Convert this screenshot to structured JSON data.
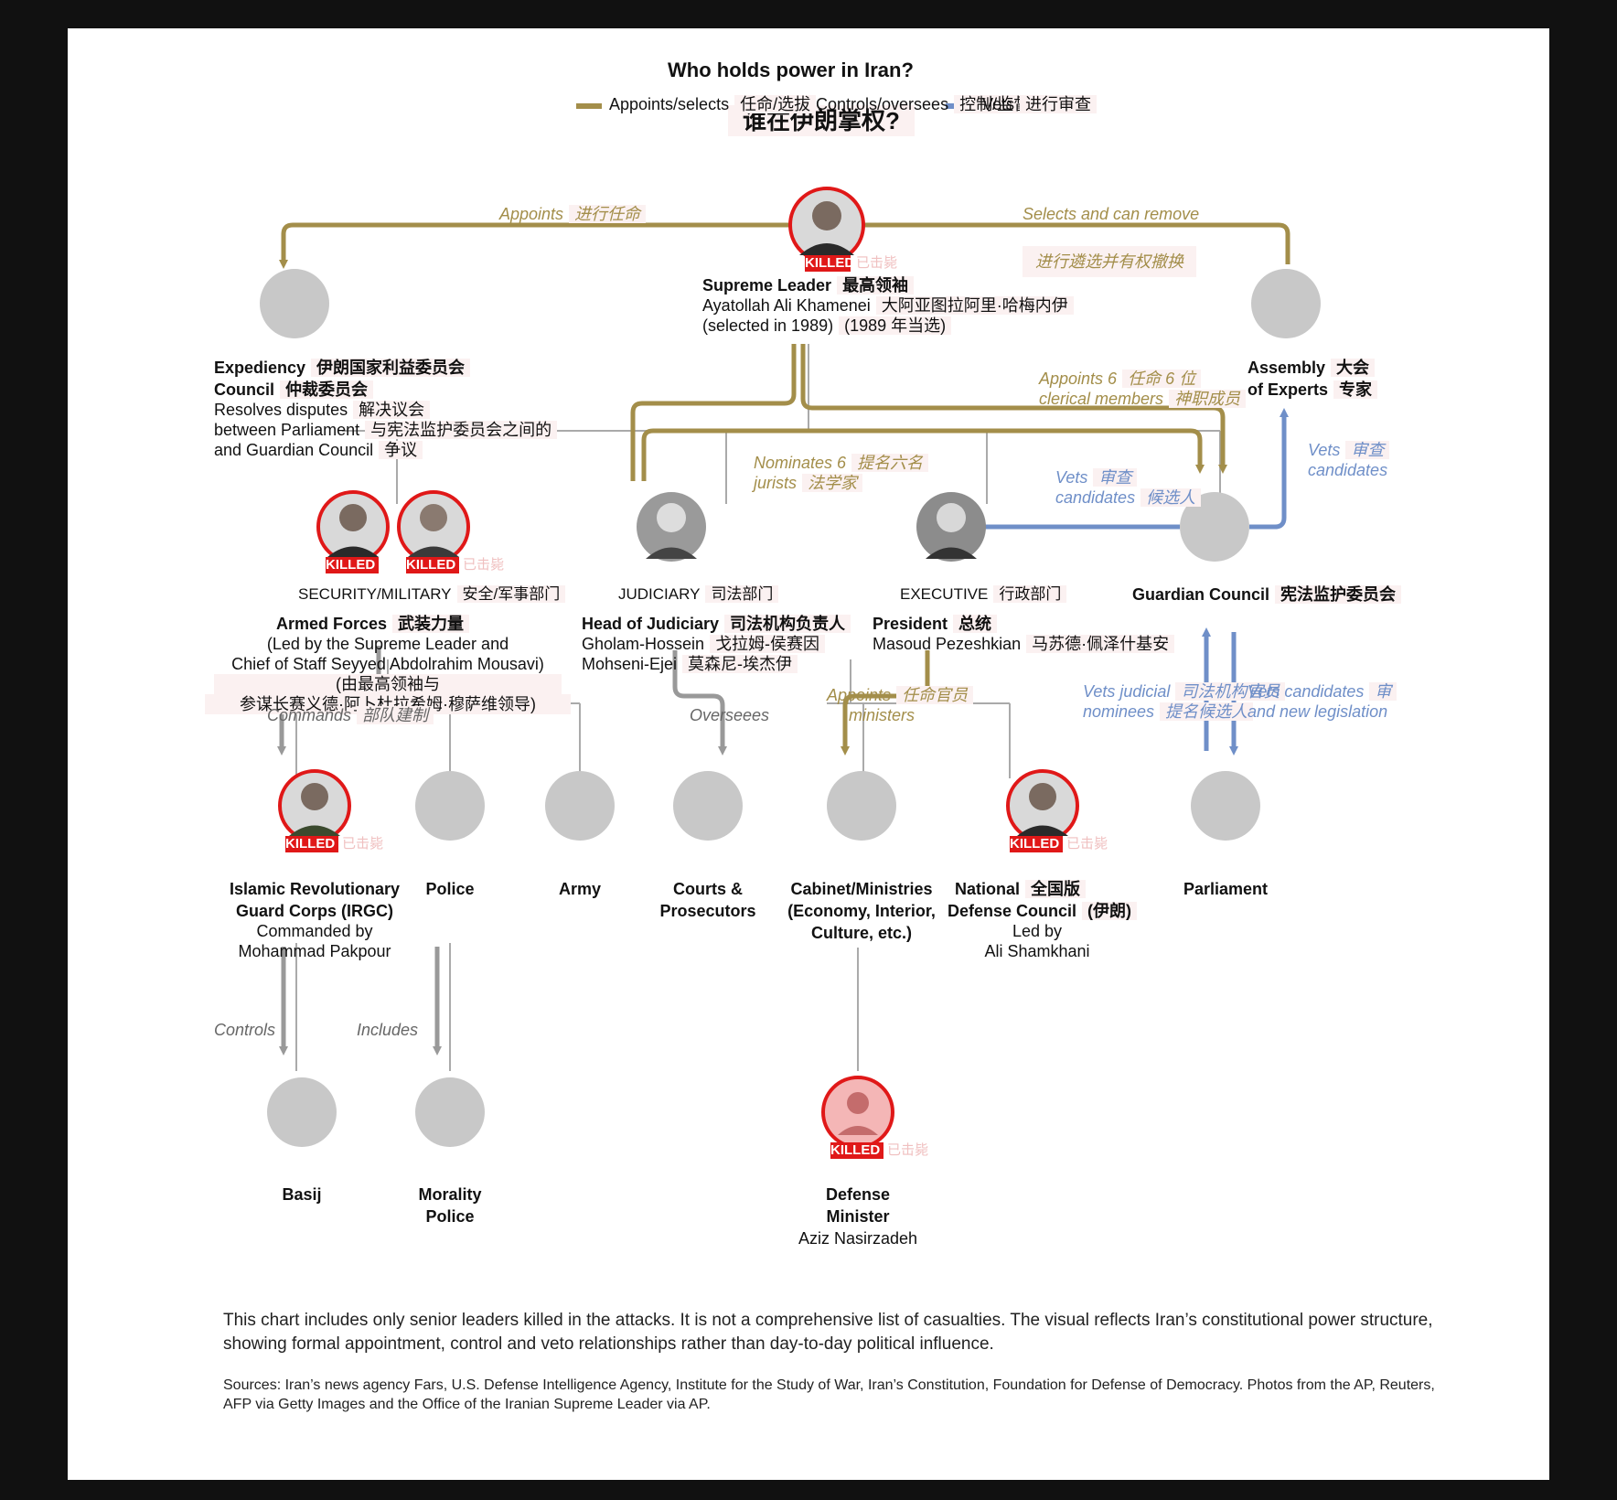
{
  "title": "Who holds power in Iran?",
  "title_zh": "谁在伊朗掌权?",
  "legend": [
    {
      "label": "Appoints/selects",
      "label_zh": "任命/选拔",
      "color": "#a38e4a"
    },
    {
      "label": "Controls/oversees",
      "label_zh": "控制/监督",
      "color": "#999999"
    },
    {
      "label": "Vets",
      "label_zh": "进行审查",
      "color": "#6f8fc8"
    }
  ],
  "killed_label": "KILLED",
  "killed_label_zh": "已击毙",
  "nodes": {
    "supreme_leader": {
      "title": "Supreme Leader",
      "title_zh": "最高领袖",
      "name": "Ayatollah Ali Khamenei",
      "name_zh": "大阿亚图拉阿里·哈梅内伊",
      "note": "(selected in 1989)",
      "note_zh": "(1989 年当选)"
    },
    "expediency": {
      "title1": "Expediency",
      "title1_zh": "伊朗国家利益委员会",
      "title2": "Council",
      "title2_zh": "仲裁委员会",
      "d1": "Resolves disputes",
      "d1_zh": "解决议会",
      "d2": "between Parliament",
      "d2_zh": "与宪法监护委员会之间的",
      "d3": "and Guardian Council",
      "d3_zh": "争议"
    },
    "assembly": {
      "title1": "Assembly",
      "title1_zh": "大会",
      "title2": "of Experts",
      "title2_zh": "专家"
    },
    "armed_forces": {
      "category": "SECURITY/MILITARY",
      "category_zh": "安全/军事部门",
      "title": "Armed Forces",
      "title_zh": "武装力量",
      "d1": "(Led by the Supreme Leader and",
      "d2": "Chief of Staff Seyyed Abdolrahim Mousavi)",
      "d3_zh": "(由最高领袖与",
      "d4_zh": "参谋长赛义德·阿卜杜拉希姆·穆萨维领导)"
    },
    "judiciary": {
      "category": "JUDICIARY",
      "category_zh": "司法部门",
      "title": "Head of Judiciary",
      "title_zh": "司法机构负责人",
      "n1": "Gholam-Hossein",
      "n1_zh": "戈拉姆-侯赛因",
      "n2": "Mohseni-Ejei",
      "n2_zh": "莫森尼-埃杰伊"
    },
    "executive": {
      "category": "EXECUTIVE",
      "category_zh": "行政部门",
      "title": "President",
      "title_zh": "总统",
      "name": "Masoud Pezeshkian",
      "name_zh": "马苏德·佩泽什基安"
    },
    "guardian": {
      "title": "Guardian Council",
      "title_zh": "宪法监护委员会"
    },
    "irgc": {
      "t1": "Islamic Revolutionary",
      "t2": "Guard Corps (IRGC)",
      "d1": "Commanded by",
      "d2": "Mohammad Pakpour"
    },
    "police": {
      "title": "Police"
    },
    "army": {
      "title": "Army"
    },
    "courts": {
      "t1": "Courts &",
      "t2": "Prosecutors"
    },
    "cabinet": {
      "t1": "Cabinet/Ministries",
      "t2": "(Economy, Interior,",
      "t3": "Culture, etc.)"
    },
    "ndc": {
      "t1": "National",
      "t1_zh": "全国版",
      "t2": "Defense Council",
      "t2_zh": "(伊朗)",
      "d1": "Led by",
      "d2": "Ali Shamkhani"
    },
    "parliament": {
      "title": "Parliament"
    },
    "basij": {
      "title": "Basij"
    },
    "morality": {
      "t1": "Morality",
      "t2": "Police"
    },
    "defense_minister": {
      "t1": "Defense",
      "t2": "Minister",
      "name": "Aziz Nasirzadeh"
    }
  },
  "edge_labels": {
    "appoints": "Appoints",
    "appoints_zh": "进行任命",
    "selects": "Selects and can remove",
    "selects_zh": "进行遴选并有权撤换",
    "appoints6_1": "Appoints 6",
    "appoints6_1_zh": "任命 6 位",
    "appoints6_2": "clerical members",
    "appoints6_2_zh": "神职成员",
    "nominates1": "Nominates 6",
    "nominates1_zh": "提名六名",
    "nominates2": "jurists",
    "nominates2_zh": "法学家",
    "vets_c1": "Vets",
    "vets_c1_zh": "审查",
    "vets_c2": "candidates",
    "vets_c2_zh": "候选人",
    "vets_ae1": "Vets",
    "vets_ae1_zh": "审查",
    "vets_ae2": "candidates",
    "commands": "Commands",
    "commands_zh": "部队建制",
    "oversees": "Overseees",
    "appoints_min1": "Appoints",
    "appoints_min1_zh": "任命官员",
    "appoints_min2": "ministers",
    "vets_judicial1": "Vets judicial",
    "vets_judicial1_zh": "司法机构官员",
    "vets_judicial2": "nominees",
    "vets_judicial2_zh": "提名候选人",
    "vets_cand_leg1": "Vets candidates",
    "vets_cand_leg1_zh": "审",
    "vets_cand_leg2": "and new legislation",
    "controls": "Controls",
    "includes": "Includes"
  },
  "notes": "This chart includes only senior leaders killed in the attacks. It is not a comprehensive list of casualties. The visual reflects Iran’s constitutional power structure, showing formal appointment, control and veto relationships rather than day-to-day political influence.",
  "sources": "Sources: Iran’s news agency Fars, U.S. Defense Intelligence Agency, Institute for the Study of War, Iran’s Constitution, Foundation for Defense of Democracy. Photos from the AP, Reuters, AFP via Getty Images and the Office of the Iranian Supreme Leader via AP."
}
